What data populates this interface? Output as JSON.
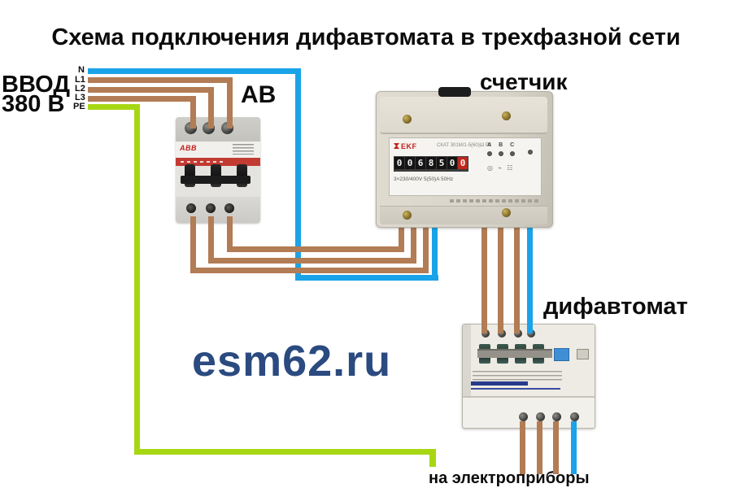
{
  "title": "Схема подключения дифавтомата в трехфазной сети",
  "watermark": "esm62.ru",
  "input_block": {
    "title_line1": "ВВОД",
    "title_line2": "380 В",
    "wire_labels": [
      "N",
      "L1",
      "L2",
      "L3",
      "PE"
    ]
  },
  "component_labels": {
    "breaker": "АВ",
    "meter": "счетчик",
    "rcbo": "дифавтомат",
    "load": "на электроприборы"
  },
  "breaker": {
    "brand": "ABB"
  },
  "meter": {
    "brand": "EKF",
    "model": "СКАТ 301М/1-5(60)Ш Р2",
    "counter_digits": [
      "0",
      "0",
      "6",
      "8",
      "5",
      "0",
      "0"
    ],
    "rating": "3×230/400V 5(50)A 50Hz",
    "phase_leds": [
      "А",
      "В",
      "С"
    ]
  },
  "colors": {
    "neutral_wire": "#1aa3e8",
    "phase_wire": "#b27c55",
    "earth_wire": "#a7d713",
    "watermark": "#2a4a80"
  }
}
